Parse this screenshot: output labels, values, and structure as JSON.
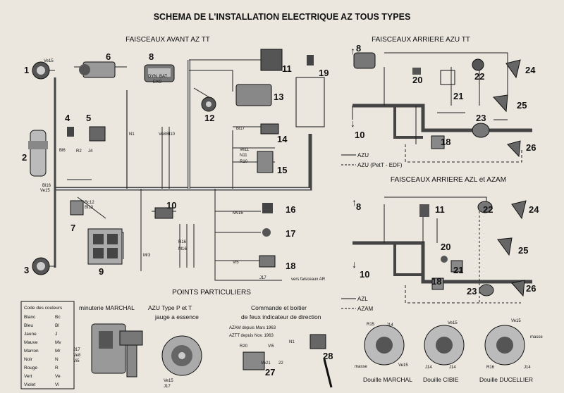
{
  "title": "SCHEMA DE L'INSTALLATION ELECTRIQUE AZ TOUS TYPES",
  "sections": {
    "front": "FAISCEAUX AVANT AZ TT",
    "rear_azu": "FAISCEAUX ARRIERE AZU TT",
    "rear_azl": "FAISCEAUX ARRIERE AZL et AZAM",
    "special": "POINTS PARTICULIERS"
  },
  "legend": {
    "title": "Code des couleurs",
    "rows": [
      {
        "name": "Blanc",
        "code": "Bc"
      },
      {
        "name": "Bleu",
        "code": "Bl"
      },
      {
        "name": "Jaune",
        "code": "J"
      },
      {
        "name": "Mauve",
        "code": "Mv"
      },
      {
        "name": "Marron",
        "code": "Mr"
      },
      {
        "name": "Noir",
        "code": "N"
      },
      {
        "name": "Rouge",
        "code": "R"
      },
      {
        "name": "Vert",
        "code": "Ve"
      },
      {
        "name": "Violet",
        "code": "Vi"
      }
    ]
  },
  "azu_legend": {
    "solid": "AZU",
    "dashed": "AZU (PetT - EDF)"
  },
  "azl_legend": {
    "solid": "AZL",
    "dashed": "AZAM"
  },
  "captions": {
    "minuterie": "minuterie MARCHAL",
    "azu_type": "AZU Type P et T",
    "jauge": "jauge a essence",
    "commande": "Commande et boitier",
    "feux": "de feux indicateur de direction",
    "azam_depuis": "AZAM depuis Mars 1963",
    "aztt_depuis": "AZTT depuis Nov. 1963",
    "douille_marchal": "Douille MARCHAL",
    "douille_cibie": "Douille CIBIE",
    "douille_ducellier": "Douille DUCELLIER",
    "vers_faisceaux": "vers faisceaux AR",
    "masse": "masse"
  },
  "component_numbers": [
    "1",
    "2",
    "3",
    "4",
    "5",
    "6",
    "7",
    "8",
    "9",
    "10",
    "11",
    "12",
    "13",
    "14",
    "15",
    "16",
    "17",
    "18",
    "19",
    "20",
    "21",
    "22",
    "23",
    "24",
    "25",
    "26",
    "27",
    "28"
  ],
  "wire_labels": [
    "Ve15",
    "Bl6",
    "Bl16",
    "R2",
    "J4",
    "N1",
    "Bc12",
    "Bl13",
    "Mr3",
    "Bl17",
    "Ve8",
    "Bl10",
    "Ve11",
    "N11",
    "R10",
    "Mv16",
    "Vi5",
    "J17",
    "J14",
    "R16",
    "M16",
    "R15",
    "J14",
    "Vi5",
    "R20",
    "Ve21",
    "22"
  ],
  "stamp": {
    "line1": "DYN",
    "line2": "BAT",
    "line3": "EXC"
  }
}
